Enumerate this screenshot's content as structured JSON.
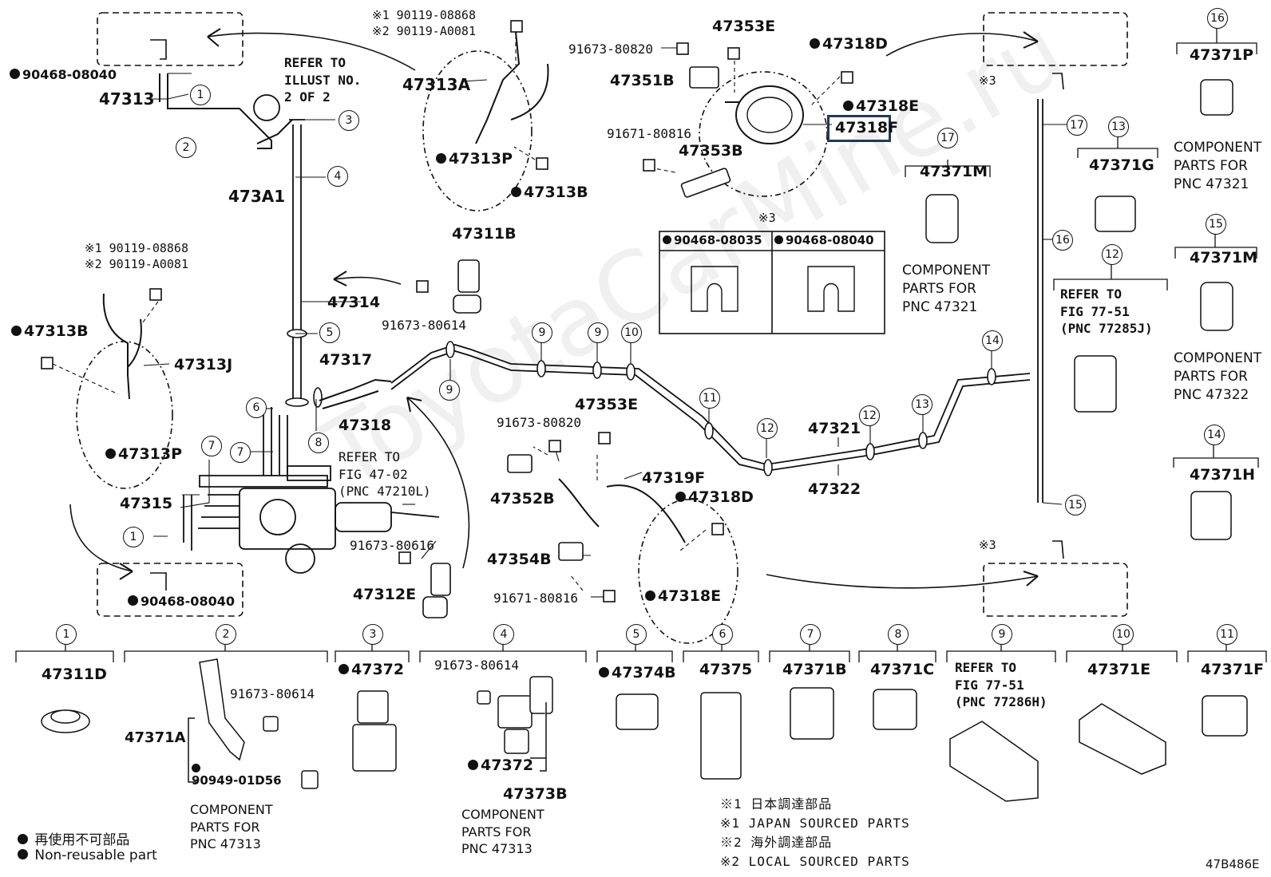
{
  "watermark": "ToyotaCarMine.ru",
  "diagram_code": "47B486E",
  "highlighted_part": "47318F",
  "refer_illust": "REFER TO\nILLUST NO.\n2 OF 2",
  "refer_fig_47_02": "REFER TO\nFIG 47-02\n(PNC 47210L)",
  "table": {
    "note": "※3",
    "col1": "90468-08035",
    "col2": "90468-08040"
  },
  "labels": {
    "p90468_top": "90468-08040",
    "p47313": "47313",
    "p473A1": "473A1",
    "p47313A": "47313A",
    "bolt_note1_top": "※1 90119-08868",
    "bolt_note2_top": "※2 90119-A0081",
    "p47313P_top": "47313P",
    "p47313B_top": "47313B",
    "p47353E_top": "47353E",
    "p91673_80820_top": "91673-80820",
    "p47351B": "47351B",
    "p91671_80816_top": "91671-80816",
    "p47353B": "47353B",
    "p47318D_top": "47318D",
    "p47318E_top": "47318E",
    "p47318F": "47318F",
    "note3_right_top": "※3",
    "p47311B": "47311B",
    "p91673_80614_mid": "91673-80614",
    "p47314": "47314",
    "bolt_note1_left": "※1 90119-08868",
    "bolt_note2_left": "※2 90119-A0081",
    "p47313B_left": "47313B",
    "p47313J": "47313J",
    "p47313P_left": "47313P",
    "p47317": "47317",
    "p47318": "47318",
    "p47315": "47315",
    "p90468_bottom": "90468-08040",
    "p91673_80616": "91673-80616",
    "p47312E": "47312E",
    "p91673_80820_mid": "91673-80820",
    "p47353E_mid": "47353E",
    "p47352B": "47352B",
    "p47319F": "47319F",
    "p47318D_mid": "47318D",
    "p47354B": "47354B",
    "p91671_80816_mid": "91671-80816",
    "p47318E_mid": "47318E",
    "p47321": "47321",
    "p47322": "47322",
    "note3_right_bottom": "※3",
    "p47371M_a": "47371M",
    "comp_47321": "COMPONENT\nPARTS FOR\nPNC 47321",
    "p47371G": "47371G",
    "p47371P": "47371P",
    "comp_47321_b": "COMPONENT\nPARTS FOR\nPNC 47321",
    "refer_fig_77_51_a": "REFER TO\nFIG 77-51\n(PNC 77285J)",
    "p47371M_b": "47371M",
    "comp_47322": "COMPONENT\nPARTS FOR\nPNC 47322",
    "p47371H": "47371H"
  },
  "bottom_parts": [
    {
      "num": "1",
      "pnc": "47311D"
    },
    {
      "num": "2",
      "pnc": "47371A",
      "extra": [
        "91673-80614",
        "90949-01D56"
      ],
      "note": "COMPONENT\nPARTS FOR\nPNC 47313"
    },
    {
      "num": "3",
      "pnc": "47372"
    },
    {
      "num": "4",
      "pnc": "47373B",
      "extra": [
        "91673-80614",
        "47372"
      ],
      "note": "COMPONENT\nPARTS FOR\nPNC 47313"
    },
    {
      "num": "5",
      "pnc": "47374B"
    },
    {
      "num": "6",
      "pnc": "47375"
    },
    {
      "num": "7",
      "pnc": "47371B"
    },
    {
      "num": "8",
      "pnc": "47371C"
    },
    {
      "num": "9",
      "pnc": "REFER TO\nFIG 77-51\n(PNC 77286H)"
    },
    {
      "num": "10",
      "pnc": "47371E"
    },
    {
      "num": "11",
      "pnc": "47371F"
    }
  ],
  "legend": {
    "jp": "再使用不可部品",
    "en": "Non-reusable part"
  },
  "footnotes": [
    "※1 日本調達部品",
    "※1 JAPAN SOURCED PARTS",
    "※2 海外調達部品",
    "※2 LOCAL SOURCED PARTS"
  ]
}
